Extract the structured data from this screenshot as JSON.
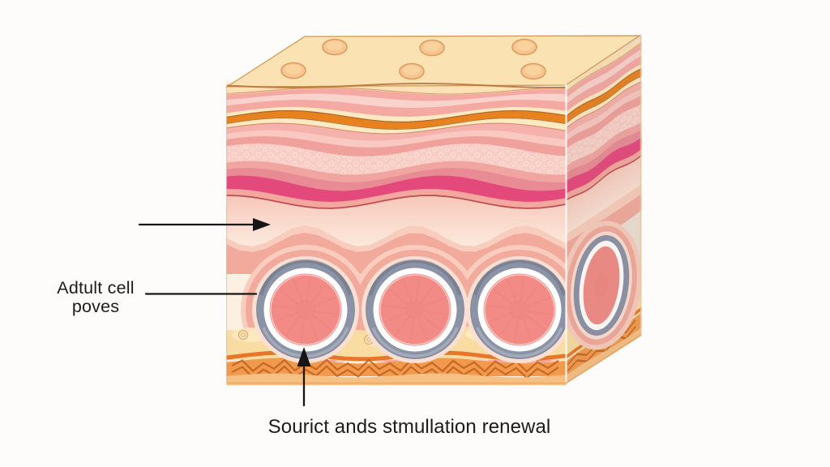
{
  "figure": {
    "kind": "skin cross-section 3d block illustration",
    "labels": {
      "left": "Adtult cell\npoves",
      "bottom": "Sourict ands stmullation renewal"
    },
    "structure": {
      "pores_on_top_face": 6,
      "follicles_front_face": 3,
      "follicles_side_face": 1,
      "arrows": 3
    },
    "palette": {
      "background": "#fdfcfb",
      "text": "#1b1b1b",
      "arrow": "#161616",
      "top_face": "#fbe2b2",
      "pore_fill": "#f6c591",
      "pore_inner": "#f9d4a0",
      "pore_stroke": "#dd9c5e",
      "cream_top": "#fce2b6",
      "pink_base": "#f4a9a3",
      "pink_light": "#f9d2cc",
      "cream_stripe": "#fdeac2",
      "orange_band": "#e8821f",
      "orange_edge": "#a85a17",
      "pink_mid": "#f5b1ab",
      "brown_line": "#b5713a",
      "stripe_light": "#f8c8c1",
      "stripe_dark": "#f1a19c",
      "textured": "#f7cdc5",
      "dot": "#fbe3db",
      "stripe_dark2": "#f0a5a1",
      "rose": "#e98b95",
      "magenta": "#e4497c",
      "salmon": "#f3a79e",
      "darkred_line": "#b84a50",
      "fade_top": "#f7cabc",
      "dermis_light": "#fcf0e3",
      "scallop_light": "#f8cdbd",
      "scallop": "#f2aa9d",
      "socket_gap": "#fadfd4",
      "yellow_band": "#f8dca1",
      "yellow_light": "#fbe9c0",
      "curl": "#d9a96a",
      "orange_line": "#e8762a",
      "hypo_band": "#f09a4e",
      "zigzag": "#c4601c",
      "hypo_strip": "#f6c084",
      "ring_gray": "#8b93a6",
      "ring_gray_dark": "#6b7283",
      "ring_gray_lite": "#a9b0bf",
      "ring_white": "#ffffff",
      "follicle_pink": "#f28b86",
      "follicle_streak": "#e97f79",
      "side_dermis": "#ecdfd4",
      "edge_tan": "#cf9a55",
      "edge_bottom": "#e0a162"
    }
  }
}
